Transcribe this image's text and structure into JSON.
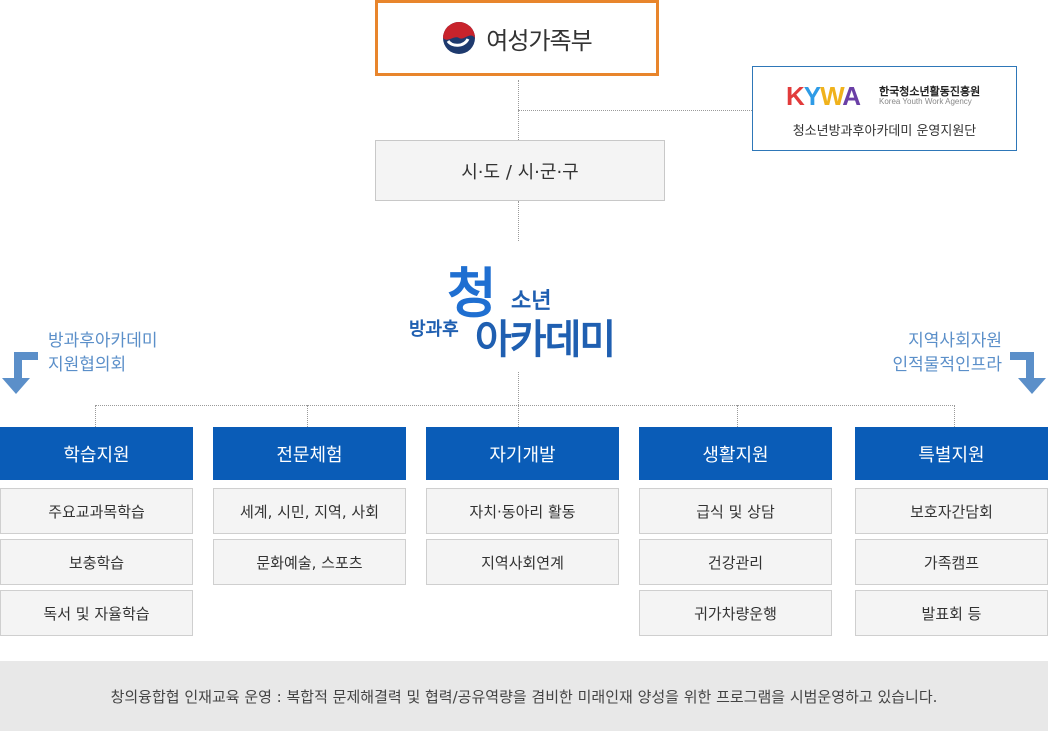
{
  "ministry": {
    "name": "여성가족부"
  },
  "kywa": {
    "logo_text": "KYWA",
    "org_name_ko": "한국청소년활동진흥원",
    "org_name_en": "Korea Youth Work Agency",
    "department": "청소년방과후아카데미 운영지원단"
  },
  "local_gov": {
    "label": "시·도 / 시·군·구"
  },
  "academy_logo": {
    "prefix": "방과후",
    "cheong": "청",
    "sonyeon": "소년",
    "main": "아카데미"
  },
  "side_left": {
    "line1": "방과후아카데미",
    "line2": "지원협의회"
  },
  "side_right": {
    "line1": "지역사회자원",
    "line2": "인적물적인프라"
  },
  "categories": [
    {
      "title": "학습지원",
      "items": [
        "주요교과목학습",
        "보충학습",
        "독서 및 자율학습"
      ]
    },
    {
      "title": "전문체험",
      "items": [
        "세계, 시민, 지역, 사회",
        "문화예술, 스포츠"
      ]
    },
    {
      "title": "자기개발",
      "items": [
        "자치·동아리 활동",
        "지역사회연계"
      ]
    },
    {
      "title": "생활지원",
      "items": [
        "급식 및 상담",
        "건강관리",
        "귀가차량운행"
      ]
    },
    {
      "title": "특별지원",
      "items": [
        "보호자간담회",
        "가족캠프",
        "발표회 등"
      ]
    }
  ],
  "footer": {
    "text": "창의융합협 인재교육 운영 : 복합적 문제해결력 및 협력/공유역량을 겸비한 미래인재 양성을 위한 프로그램을 시범운영하고 있습니다."
  },
  "colors": {
    "accent_orange": "#e8852c",
    "category_blue": "#0a5cb7",
    "side_label": "#5b8fc9",
    "kywa_border": "#2e77b8"
  }
}
